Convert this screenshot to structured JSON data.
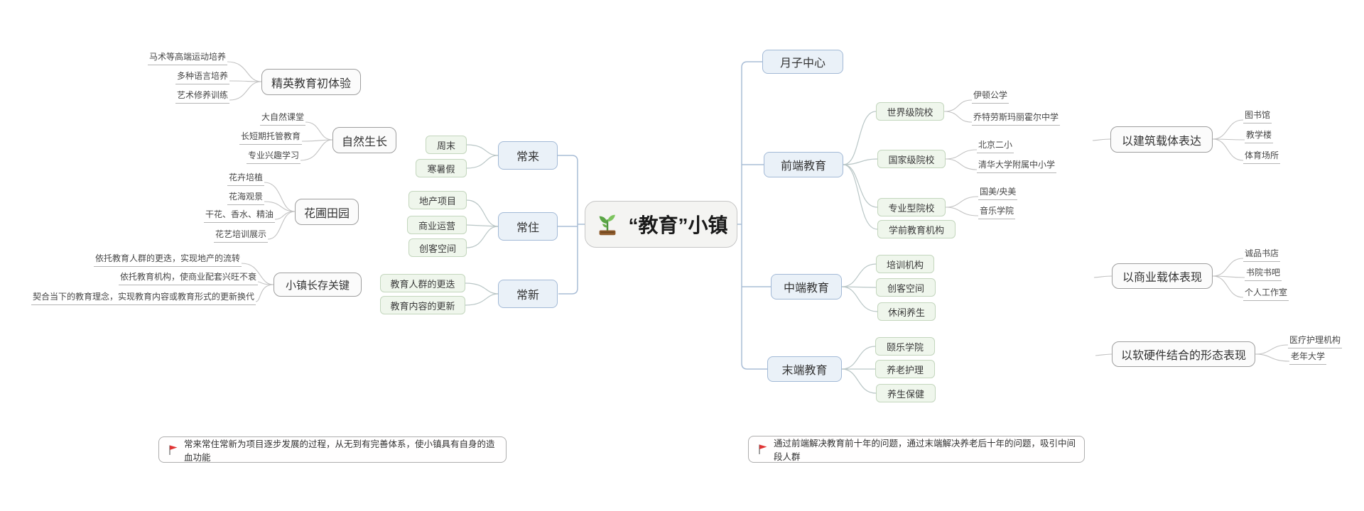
{
  "center": {
    "label": "“教育”小镇",
    "icon": "seedling"
  },
  "left": {
    "branch_labels": [
      "常来",
      "常住",
      "常新"
    ],
    "changlai_children": [
      "周末",
      "寒暑假"
    ],
    "changzhu_children": [
      "地产项目",
      "商业运营",
      "创客空间"
    ],
    "changxin_children": [
      "教育人群的更迭",
      "教育内容的更新"
    ],
    "groups": [
      {
        "label": "精英教育初体验",
        "items": [
          "马术等高端运动培养",
          "多种语言培养",
          "艺术修养训练"
        ]
      },
      {
        "label": "自然生长",
        "items": [
          "大自然课堂",
          "长短期托管教育",
          "专业兴趣学习"
        ]
      },
      {
        "label": "花圃田园",
        "items": [
          "花卉培植",
          "花海观景",
          "干花、香水、精油",
          "花艺培训展示"
        ]
      },
      {
        "label": "小镇长存关键",
        "items": [
          "依托教育人群的更迭，实现地产的流转",
          "依托教育机构，使商业配套兴旺不衰",
          "契合当下的教育理念，实现教育内容或教育形式的更新换代"
        ]
      }
    ]
  },
  "right": {
    "branch_labels": [
      "月子中心",
      "前端教育",
      "中端教育",
      "末端教育"
    ],
    "qianduan_children": [
      "世界级院校",
      "国家级院校",
      "专业型院校",
      "学前教育机构"
    ],
    "zhongduan_children": [
      "培训机构",
      "创客空间",
      "休闲养生"
    ],
    "moduan_children": [
      "颐乐学院",
      "养老护理",
      "养生保健"
    ],
    "world_schools": [
      "伊顿公学",
      "乔特劳斯玛丽霍尔中学"
    ],
    "national_schools": [
      "北京二小",
      "清华大学附属中小学"
    ],
    "professional_schools": [
      "国美/央美",
      "音乐学院"
    ],
    "groups": [
      {
        "label": "以建筑载体表达",
        "items": [
          "图书馆",
          "教学楼",
          "体育场所"
        ]
      },
      {
        "label": "以商业载体表现",
        "items": [
          "诚品书店",
          "书院书吧",
          "个人工作室"
        ]
      },
      {
        "label": "以软硬件结合的形态表现",
        "items": [
          "医疗护理机构",
          "老年大学"
        ]
      }
    ]
  },
  "notes": {
    "left": "常来常住常新为项目逐步发展的过程，从无到有完善体系，使小镇具有自身的造血功能",
    "right": "通过前端解决教育前十年的问题，通过末端解决养老后十年的问题，吸引中间段人群"
  },
  "colors": {
    "branch_fill": "#eaf1f8",
    "branch_border": "#a2b9d6",
    "subtopic_fill": "#eff6ec",
    "subtopic_border": "#c3d6bd",
    "group_fill": "#fbfbfb",
    "group_border": "#9e9e9e",
    "flag_red": "#e03434",
    "line_blue": "#a9bdd6",
    "line_gray": "#c2c2c2"
  }
}
